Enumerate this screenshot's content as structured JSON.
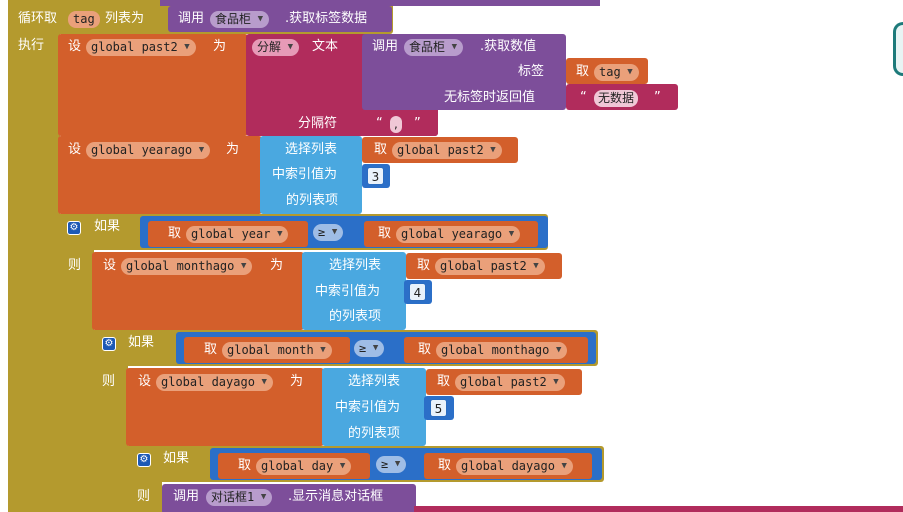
{
  "loop": {
    "label": "循环取",
    "var": "tag",
    "in_list": "列表为",
    "call": "调用",
    "component": "食品柜",
    "method": ".获取标签数据",
    "do": "执行"
  },
  "set1": {
    "set": "设",
    "var": "global past2",
    "to": "为",
    "split": "分解",
    "text": "文本",
    "call": "调用",
    "component": "食品柜",
    "method": ".获取数值",
    "tag_label": "标签",
    "get": "取",
    "tag_var": "tag",
    "no_tag_label": "无标签时返回值",
    "no_data": "无数据",
    "separator_label": "分隔符",
    "separator": ","
  },
  "set2": {
    "set": "设",
    "var": "global yearago",
    "to": "为",
    "select": "选择列表",
    "index_of": "中索引值为",
    "list_item": "的列表项",
    "get": "取",
    "list_var": "global past2",
    "index": "3"
  },
  "if1": {
    "if": "如果",
    "then": "则",
    "get": "取",
    "left": "global year",
    "op": "≥",
    "right": "global yearago"
  },
  "set3": {
    "set": "设",
    "var": "global monthago",
    "to": "为",
    "select": "选择列表",
    "index_of": "中索引值为",
    "list_item": "的列表项",
    "get": "取",
    "list_var": "global past2",
    "index": "4"
  },
  "if2": {
    "if": "如果",
    "then": "则",
    "get": "取",
    "left": "global month",
    "op": "≥",
    "right": "global monthago"
  },
  "set4": {
    "set": "设",
    "var": "global dayago",
    "to": "为",
    "select": "选择列表",
    "index_of": "中索引值为",
    "list_item": "的列表项",
    "get": "取",
    "list_var": "global past2",
    "index": "5"
  },
  "if3": {
    "if": "如果",
    "then": "则",
    "get": "取",
    "left": "global day",
    "op": "≥",
    "right": "global dayago"
  },
  "dialog": {
    "call": "调用",
    "component": "对话框1",
    "method": ".显示消息对话框"
  },
  "colors": {
    "control": "#b49a2e",
    "variable": "#d35f2b",
    "component": "#7d4e9a",
    "text": "#b12c5c",
    "list": "#4aa8e0",
    "math": "#2b6fc8"
  }
}
